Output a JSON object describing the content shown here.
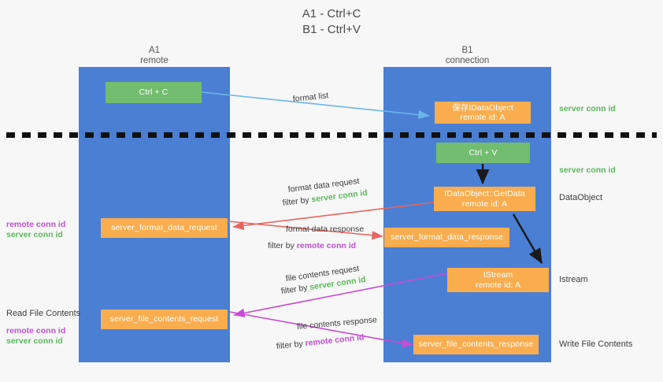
{
  "title": {
    "line1": "A1 - Ctrl+C",
    "line2": "B1 - Ctrl+V"
  },
  "columns": [
    {
      "name": "A1",
      "sub": "remote"
    },
    {
      "name": "B1",
      "sub": "connection"
    }
  ],
  "boxes": {
    "ctrl_c": {
      "label": "Ctrl + C"
    },
    "ctrl_v": {
      "label": "Ctrl + V"
    },
    "save_idataobject": {
      "line1": "保存IDataObject",
      "line2": "remote id: A"
    },
    "getdata": {
      "line1": "IDataObject::GetData",
      "line2": "remote id: A"
    },
    "istream": {
      "line1": "IStream",
      "line2": "remote id: A"
    },
    "server_format_data_request": {
      "label": "server_format_data_request"
    },
    "server_format_data_response": {
      "label": "server_format_data_response"
    },
    "server_file_contents_request": {
      "label": "server_file_contents_request"
    },
    "server_file_contents_response": {
      "label": "server_file_contents_response"
    }
  },
  "edge_labels": {
    "format_list": "format list",
    "format_data_request": "format data request",
    "format_data_request_filter_prefix": "filter by ",
    "format_data_request_filter_key": "server conn id",
    "format_data_response": "format data response",
    "format_data_response_filter_prefix": "filter by ",
    "format_data_response_filter_key": "remote conn id",
    "file_contents_request": "file contents request",
    "file_contents_request_filter_prefix": "filter by ",
    "file_contents_request_filter_key": "server conn id",
    "file_contents_response": "file contents response",
    "file_contents_response_filter_prefix": "filter by ",
    "file_contents_response_filter_key": "remote conn id"
  },
  "right_annotations": {
    "server_conn_id_top": "server conn id",
    "server_conn_id_mid": "server conn id",
    "dataobject": "DataObject",
    "istream": "Istream",
    "write_file_contents": "Write File Contents"
  },
  "left_annotations": {
    "remote_conn_id_upper": "remote conn id",
    "server_conn_id_upper": "server conn id",
    "read_file_contents": "Read File Contents",
    "remote_conn_id_lower": "remote conn id",
    "server_conn_id_lower": "server conn id"
  },
  "colors": {
    "background": "#f7f7f7",
    "lane": "#4a7fd4",
    "box_orange": "#f9ad4f",
    "box_green": "#72bd70",
    "arrow_blue": "#6bb6e8",
    "arrow_black": "#1a1a1a",
    "arrow_red": "#e8655e",
    "arrow_magenta": "#c94bd0",
    "text_green": "#5cb85c",
    "text_purple": "#c050d0"
  }
}
